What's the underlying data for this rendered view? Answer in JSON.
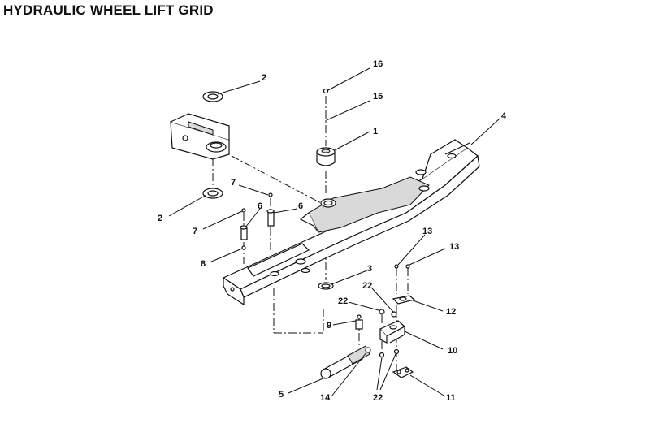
{
  "title": "HYDRAULIC WHEEL LIFT GRID",
  "callouts": [
    "16",
    "2",
    "15",
    "4",
    "1",
    "7",
    "2",
    "6",
    "6",
    "7",
    "8",
    "3",
    "13",
    "13",
    "22",
    "22",
    "12",
    "9",
    "10",
    "5",
    "14",
    "22",
    "11"
  ]
}
